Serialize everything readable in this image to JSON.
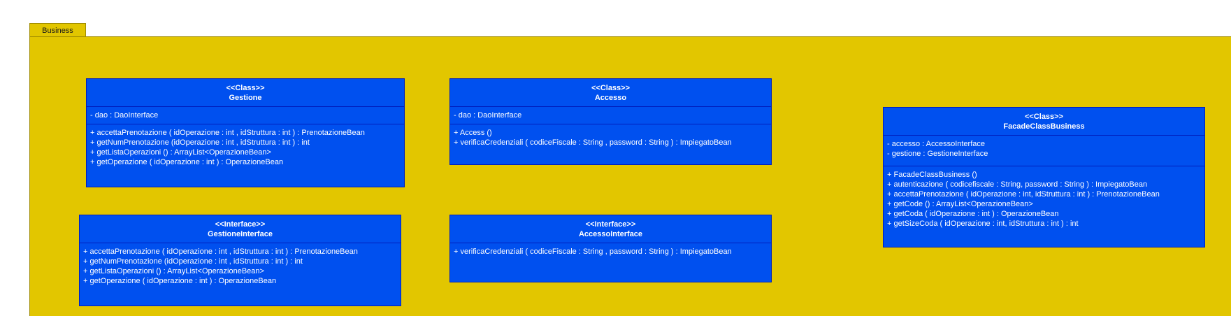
{
  "package": {
    "name": "Business"
  },
  "classes": {
    "gestione": {
      "stereotype": "<<Class>>",
      "name": "Gestione",
      "attributes": [
        "- dao : DaoInterface"
      ],
      "operations": [
        "+ accettaPrenotazione ( idOperazione : int , idStruttura : int ) : PrenotazioneBean",
        "+ getNumPrenotazione (idOperazione : int , idStruttura : int ) : int",
        "+ getListaOperazioni () : ArrayList<OperazioneBean>",
        "+ getOperazione ( idOperazione : int ) : OperazioneBean"
      ]
    },
    "accesso": {
      "stereotype": "<<Class>>",
      "name": "Accesso",
      "attributes": [
        "- dao : DaoInterface"
      ],
      "operations": [
        "+ Access ()",
        "+ verificaCredenziali ( codiceFiscale : String , password : String ) : ImpiegatoBean"
      ]
    },
    "facade": {
      "stereotype": "<<Class>>",
      "name": "FacadeClassBusiness",
      "attributes": [
        "- accesso : AccessoInterface",
        "- gestione : GestioneInterface"
      ],
      "operations": [
        "+ FacadeClassBusiness ()",
        "+ autenticazione ( codicefiscale : String, password : String ) : ImpiegatoBean",
        "+ accettaPrenotazione ( idOperazione : int, idStruttura : int ) : PrenotazioneBean",
        "+ getCode () : ArrayList<OperazioneBean>",
        "+ getCoda ( idOperazione : int ) : OperazioneBean",
        "+ getSizeCoda ( idOperazione : int, idStruttura : int ) : int"
      ]
    },
    "gestioneInterface": {
      "stereotype": "<<Interface>>",
      "name": "GestioneInterface",
      "operations": [
        "+ accettaPrenotazione ( idOperazione : int , idStruttura : int ) : PrenotazioneBean",
        "+ getNumPrenotazione (idOperazione : int , idStruttura : int ) : int",
        "+ getListaOperazioni () : ArrayList<OperazioneBean>",
        "+ getOperazione ( idOperazione : int ) : OperazioneBean"
      ]
    },
    "accessoInterface": {
      "stereotype": "<<Interface>>",
      "name": "AccessoInterface",
      "operations": [
        "+ verificaCredenziali ( codiceFiscale : String , password : String ) : ImpiegatoBean"
      ]
    }
  }
}
